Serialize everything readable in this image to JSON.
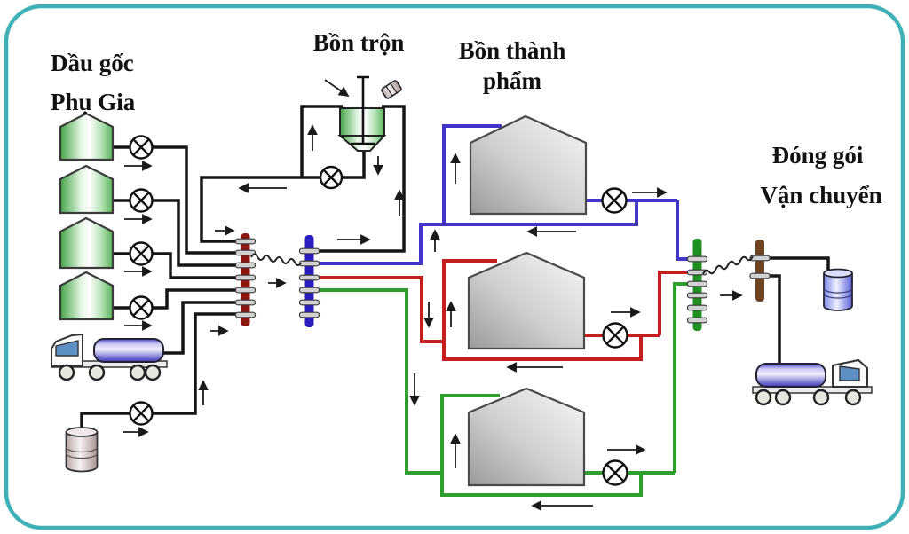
{
  "diagram": {
    "labels": {
      "base_oil": "Dầu gốc",
      "additive": "Phụ Gia",
      "mixing_tank": "Bồn trộn",
      "finished_tank_line1": "Bồn thành",
      "finished_tank_line2": "phẩm",
      "packaging": "Đóng gói",
      "transport": "Vận chuyển"
    },
    "colors": {
      "frame": "#3fafb8",
      "pipe_black": "#151515",
      "pipe_blue": "#4334c8",
      "pipe_red": "#c41e1e",
      "pipe_green": "#2e9e2e",
      "manifold_red": "#8c1712",
      "manifold_blue": "#2a1ec0",
      "manifold_green": "#1e9020",
      "manifold_brown": "#6e4322",
      "label_text": "#111111"
    }
  }
}
